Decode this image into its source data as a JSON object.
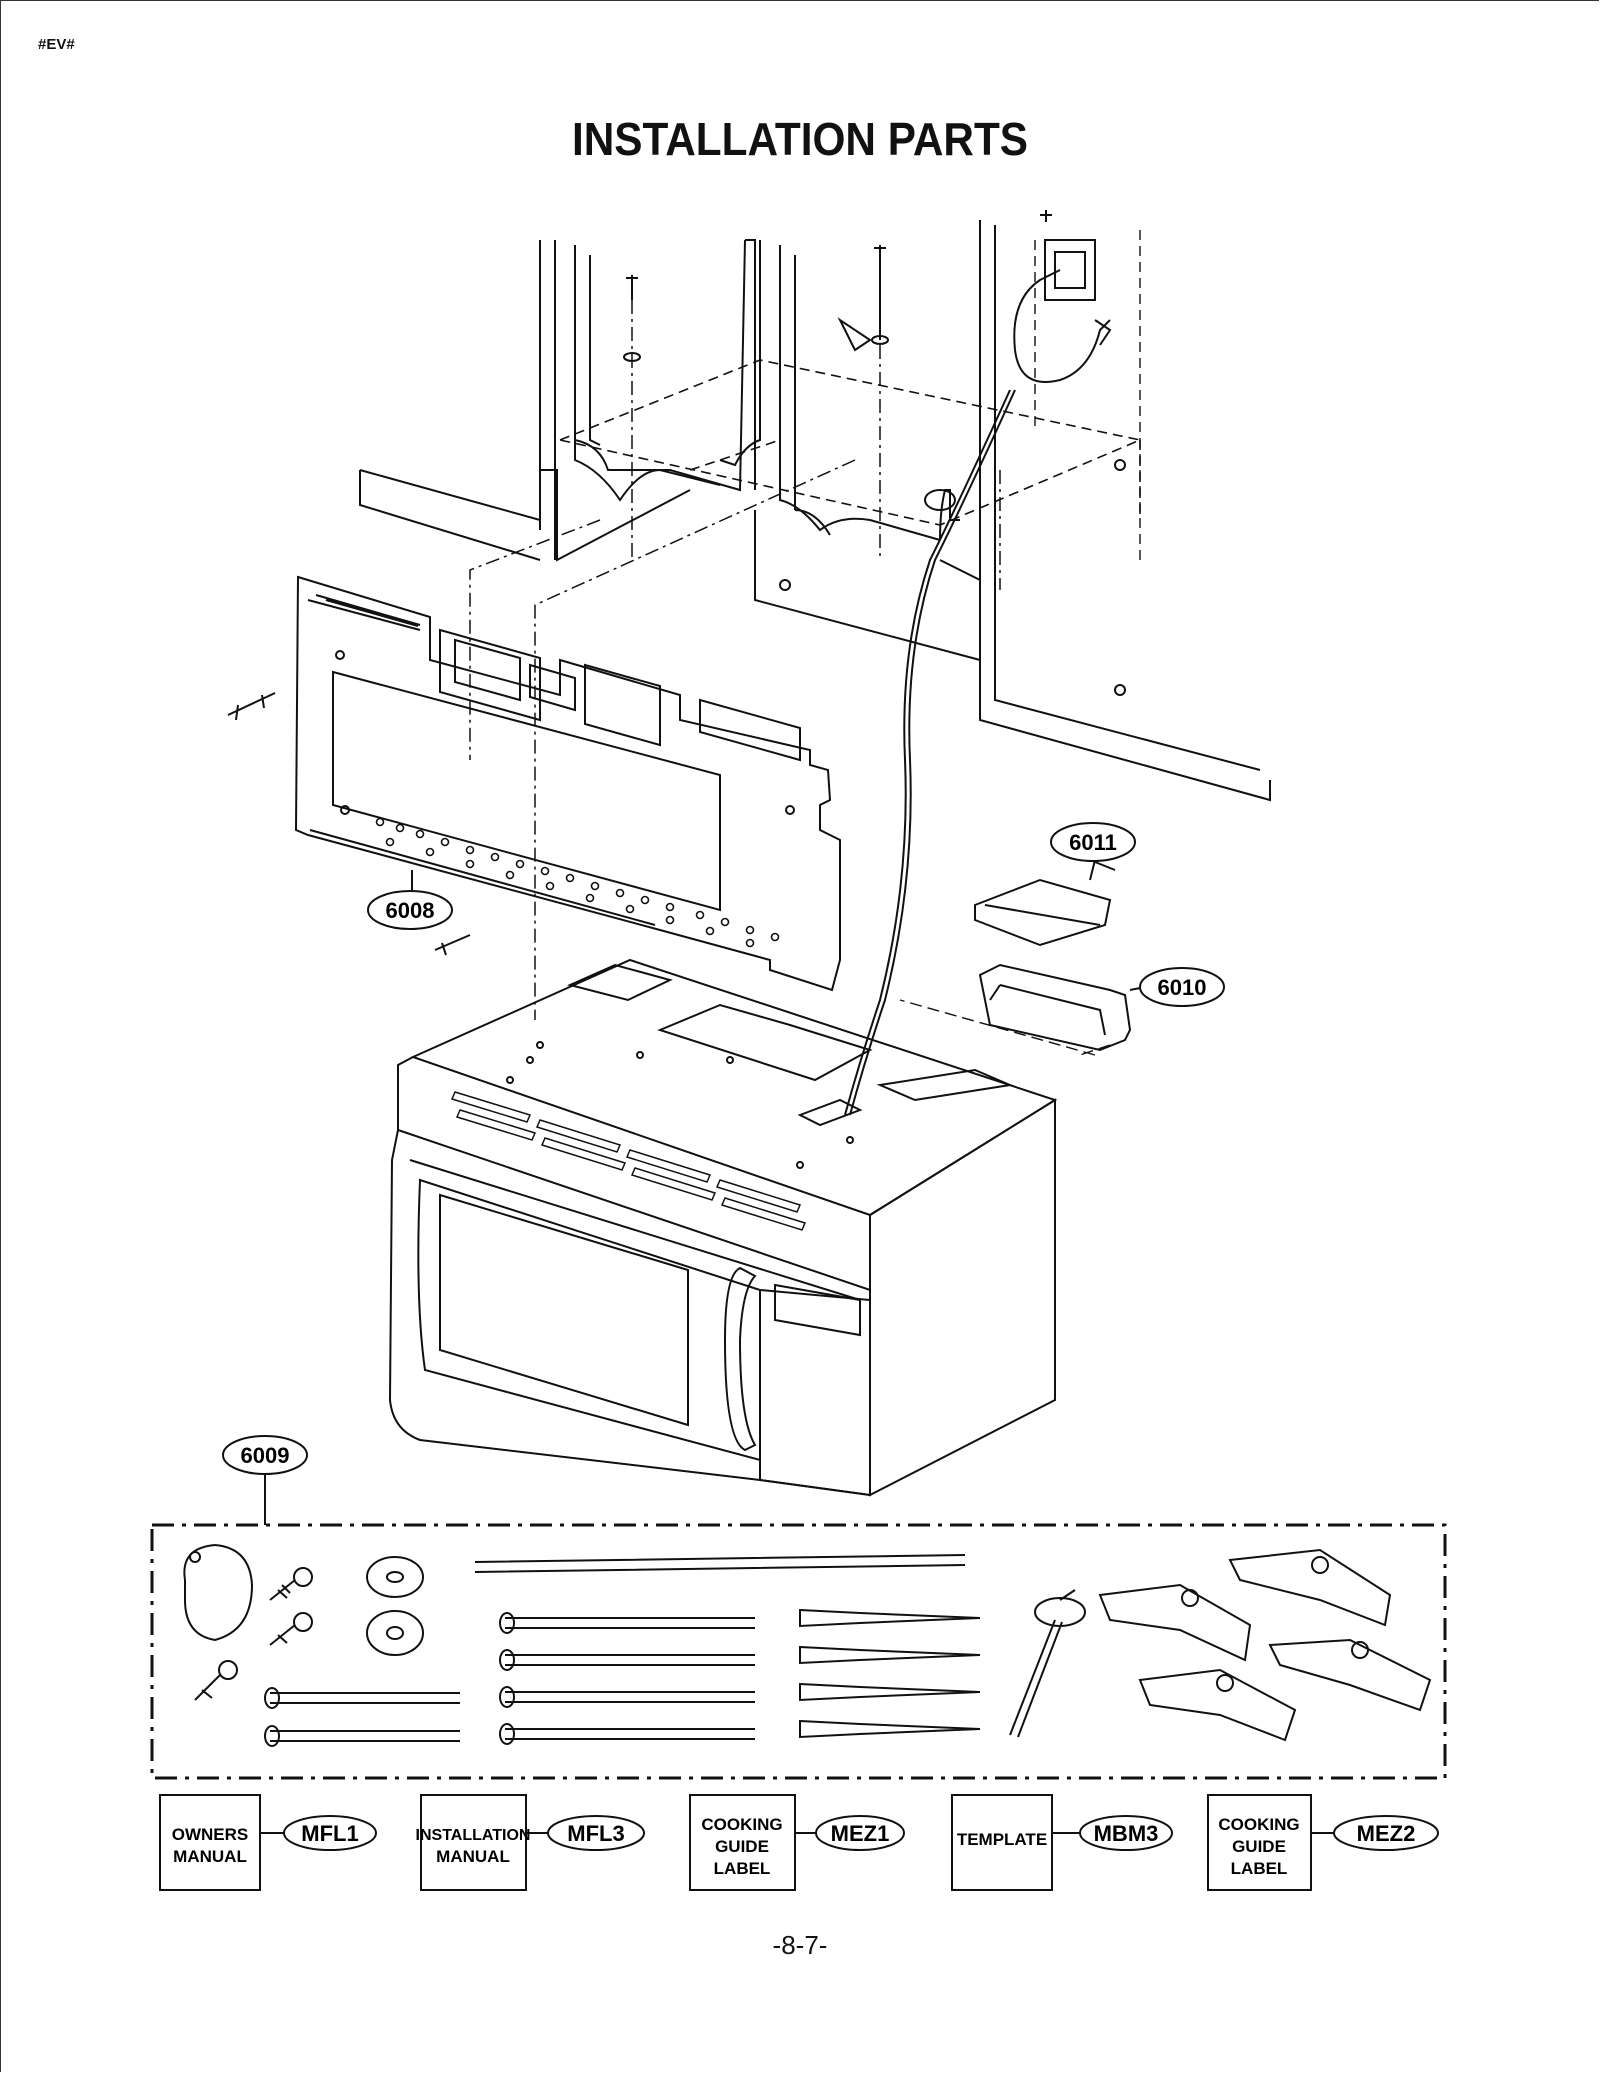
{
  "corner_tag": "#EV#",
  "title": "INSTALLATION PARTS",
  "page_number": "-8-7-",
  "callouts": {
    "mounting_plate": "6008",
    "hardware_kit": "6009",
    "duct_box": "6010",
    "duct_cover": "6011"
  },
  "documents": [
    {
      "lines": [
        "OWNERS",
        "MANUAL"
      ],
      "code": "MFL1"
    },
    {
      "lines": [
        "INSTALLATION",
        "MANUAL"
      ],
      "code": "MFL3"
    },
    {
      "lines": [
        "COOKING",
        "GUIDE",
        "LABEL"
      ],
      "code": "MEZ1"
    },
    {
      "lines": [
        "TEMPLATE"
      ],
      "code": "MBM3"
    },
    {
      "lines": [
        "COOKING",
        "GUIDE",
        "LABEL"
      ],
      "code": "MEZ2"
    }
  ]
}
